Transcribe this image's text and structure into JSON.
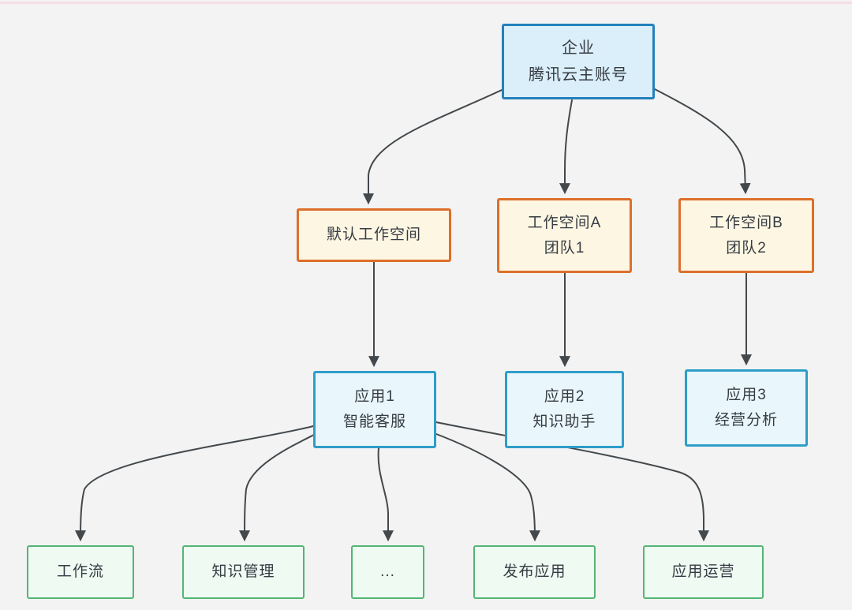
{
  "page": {
    "background_color": "#f2f3f2",
    "top_strip_color": "#f6dee5"
  },
  "palette": {
    "root_border": "#2580bd",
    "root_fill": "#daeffa",
    "workspace_border": "#dd6f2b",
    "workspace_fill": "#fdf6e2",
    "app_border": "#2f9dc9",
    "app_fill": "#e9f6fc",
    "feature_border": "#54b574",
    "feature_fill": "#eefaf2",
    "edge_color": "#43484d",
    "text_color": "#363c43"
  },
  "nodes": {
    "root": {
      "lines": [
        "企业",
        "腾讯云主账号"
      ]
    },
    "default_workspace": {
      "lines": [
        "默认工作空间"
      ]
    },
    "workspace_a": {
      "lines": [
        "工作空间A",
        "团队1"
      ]
    },
    "workspace_b": {
      "lines": [
        "工作空间B",
        "团队2"
      ]
    },
    "app1": {
      "lines": [
        "应用1",
        "智能客服"
      ]
    },
    "app2": {
      "lines": [
        "应用2",
        "知识助手"
      ]
    },
    "app3": {
      "lines": [
        "应用3",
        "经营分析"
      ]
    },
    "workflow": {
      "lines": [
        "工作流"
      ]
    },
    "knowledge_mgmt": {
      "lines": [
        "知识管理"
      ]
    },
    "ellipsis": {
      "lines": [
        "..."
      ]
    },
    "publish_app": {
      "lines": [
        "发布应用"
      ]
    },
    "app_ops": {
      "lines": [
        "应用运营"
      ]
    }
  },
  "edges": [
    {
      "from": "root",
      "to": "default_workspace"
    },
    {
      "from": "root",
      "to": "workspace_a"
    },
    {
      "from": "root",
      "to": "workspace_b"
    },
    {
      "from": "default_workspace",
      "to": "app1"
    },
    {
      "from": "workspace_a",
      "to": "app2"
    },
    {
      "from": "workspace_b",
      "to": "app3"
    },
    {
      "from": "app1",
      "to": "workflow"
    },
    {
      "from": "app1",
      "to": "knowledge_mgmt"
    },
    {
      "from": "app1",
      "to": "ellipsis"
    },
    {
      "from": "app1",
      "to": "publish_app"
    },
    {
      "from": "app1",
      "to": "app_ops"
    }
  ]
}
